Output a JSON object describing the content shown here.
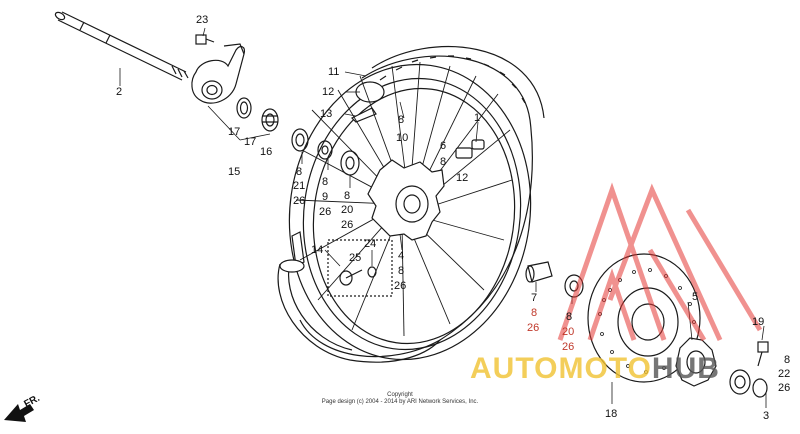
{
  "diagram": {
    "callouts": {
      "n23": "23",
      "n2": "2",
      "n17a": "17",
      "n17b": "17",
      "n16": "16",
      "n15": "15",
      "n11": "11",
      "n12a": "12",
      "n13": "13",
      "n8a": "8",
      "n10": "10",
      "n1": "1",
      "n6": "6",
      "n8b": "8",
      "n12b": "12",
      "n8c": "8",
      "n21": "21",
      "n26a": "26",
      "n8d": "8",
      "n9": "9",
      "n26b": "26",
      "n8e": "8",
      "n20a": "20",
      "n26c": "26",
      "n14": "14",
      "n24": "24",
      "n25": "25",
      "n4": "4",
      "n8f": "8",
      "n26d": "26",
      "n7": "7",
      "n8g": "8",
      "n26e": "26",
      "n8h": "8",
      "n20b": "20",
      "n26f": "26",
      "n5": "5",
      "n19": "19",
      "n8i": "8",
      "n22": "22",
      "n26g": "26",
      "n18": "18",
      "n3": "3"
    },
    "direction_label": "FR.",
    "copyright_line1": "Copyright",
    "copyright_line2": "Page design (c) 2004 - 2014 by ARI Network Services, Inc."
  },
  "watermark": {
    "text_part1": "AUTOMOTO",
    "text_part2": "HUB",
    "color_triangle": "#e53935",
    "color_text": "#f1c232"
  }
}
